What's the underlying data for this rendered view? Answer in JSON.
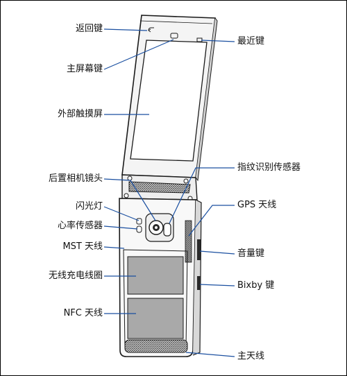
{
  "labels": {
    "back_key": "返回键",
    "home_key": "主屏幕键",
    "outer_touchscreen": "外部触摸屏",
    "rear_camera": "后置相机镜头",
    "flash": "闪光灯",
    "heart_rate_sensor": "心率传感器",
    "mst_antenna": "MST 天线",
    "wireless_charging_coil": "无线充电线圈",
    "nfc_antenna": "NFC 天线",
    "recent_key": "最近键",
    "fingerprint_sensor": "指纹识别传感器",
    "gps_antenna": "GPS 天线",
    "volume_key": "音量键",
    "bixby_key": "Bixby 键",
    "main_antenna": "主天线"
  },
  "colors": {
    "line": "#1a1a1a",
    "callout": "#1a4fa0",
    "body_fill": "#e6e6e6",
    "coil_fill": "#a9a9a9",
    "dark_fill": "#2a2a2a"
  }
}
